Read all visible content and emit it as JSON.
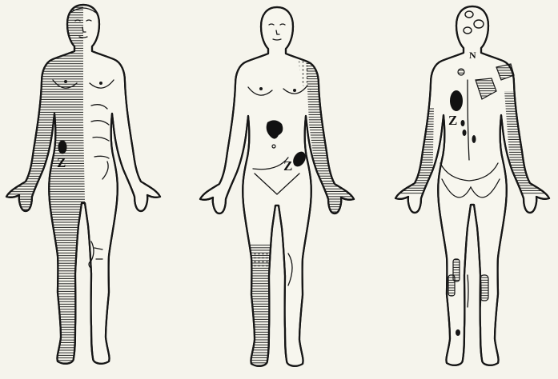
{
  "figures": [
    {
      "view": "front",
      "labels": {
        "blob": "Z"
      }
    },
    {
      "view": "front",
      "labels": {
        "blob": "Z"
      }
    },
    {
      "view": "back",
      "labels": {
        "blob": "Z",
        "neck": "N"
      }
    }
  ],
  "colors": {
    "ink": "#161616",
    "paper": "#f5f4ec",
    "skin": "#f7f6ee"
  },
  "hatching": "horizontal-lines"
}
